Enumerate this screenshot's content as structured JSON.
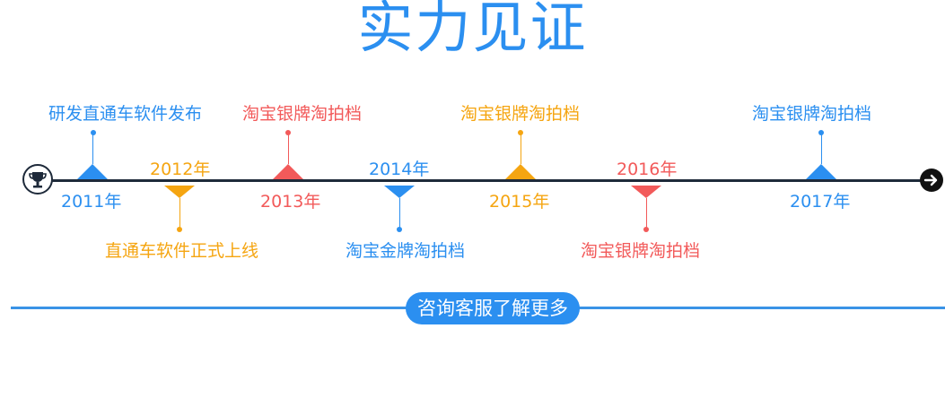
{
  "title": "实力见证",
  "colors": {
    "blue": "#2b8ff0",
    "orange": "#f5a511",
    "red": "#f25a5a",
    "line": "#1e2a3a"
  },
  "timeline": {
    "start_icon": "trophy-icon",
    "end_icon": "arrow-right-circle-icon",
    "milestones": [
      {
        "year": "2011年",
        "event": "研发直通车软件发布",
        "color": "blue"
      },
      {
        "year": "2012年",
        "event": "直通车软件正式上线",
        "color": "orange"
      },
      {
        "year": "2013年",
        "event": "淘宝银牌淘拍档",
        "color": "red"
      },
      {
        "year": "2014年",
        "event": "淘宝金牌淘拍档",
        "color": "blue"
      },
      {
        "year": "2015年",
        "event": "淘宝银牌淘拍档",
        "color": "orange"
      },
      {
        "year": "2016年",
        "event": "淘宝银牌淘拍档",
        "color": "red"
      },
      {
        "year": "2017年",
        "event": "淘宝银牌淘拍档",
        "color": "blue"
      }
    ]
  },
  "cta": {
    "label": "咨询客服了解更多"
  }
}
